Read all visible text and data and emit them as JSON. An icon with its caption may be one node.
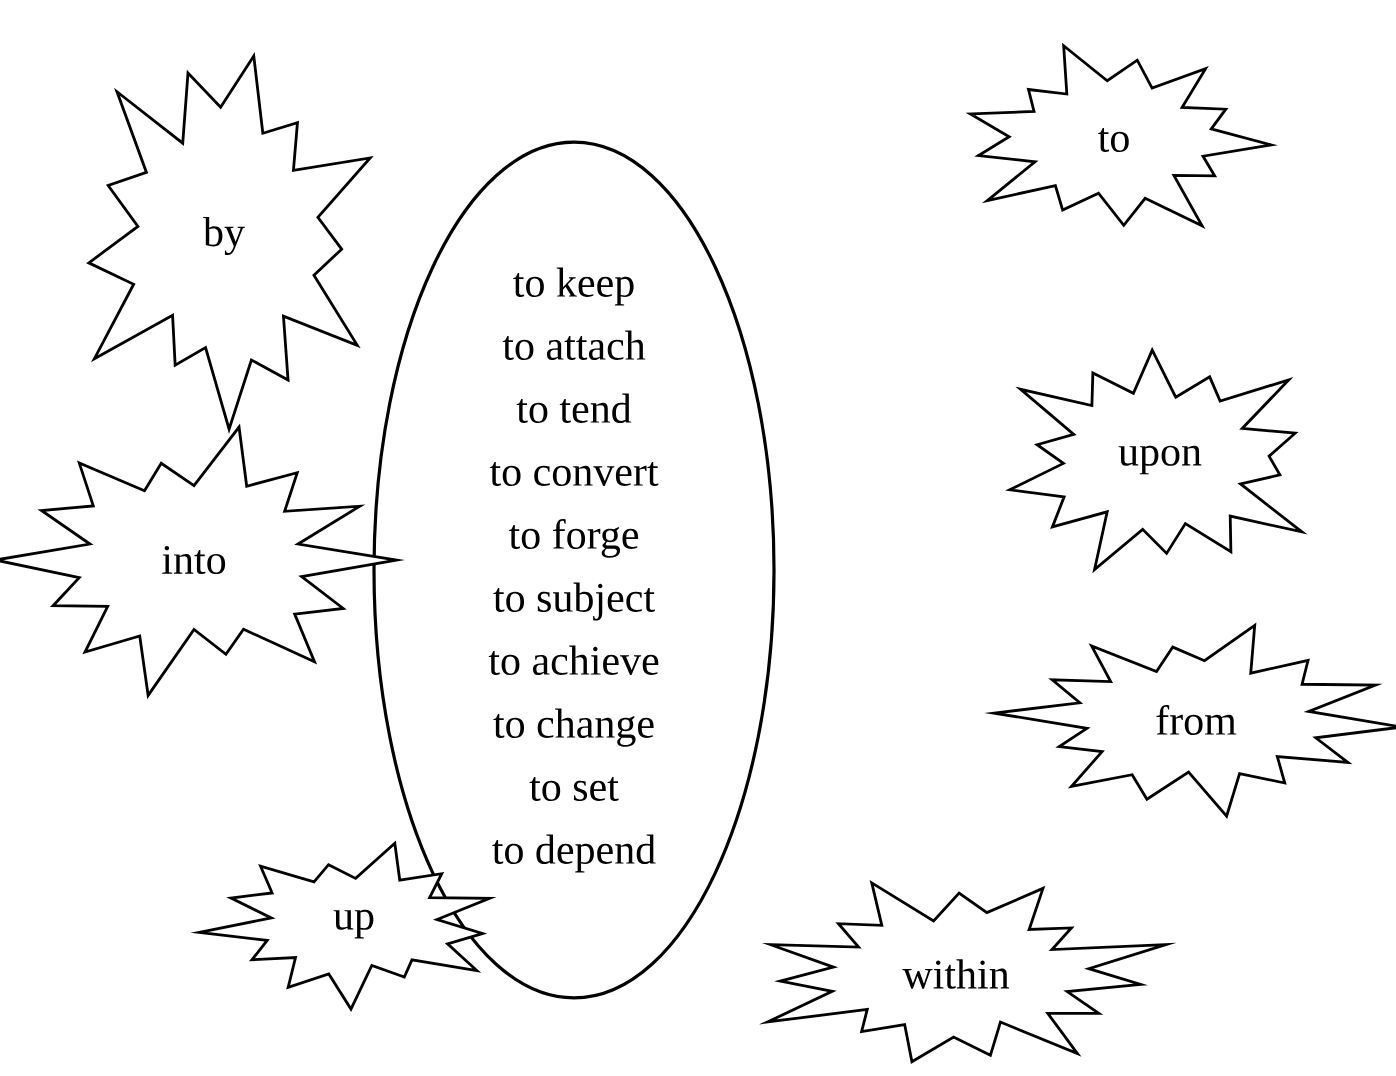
{
  "diagram": {
    "nodes": [
      {
        "text": [
          "to keep",
          "to attach",
          "to tend",
          "to convert",
          "to forge",
          "to subject",
          "to achieve",
          "to change",
          "to set",
          "to depend"
        ]
      },
      {
        "text": [
          "by"
        ]
      },
      {
        "text": [
          "into"
        ]
      },
      {
        "text": [
          "up"
        ]
      },
      {
        "text": [
          "to"
        ]
      },
      {
        "text": [
          "upon"
        ]
      },
      {
        "text": [
          "from"
        ]
      },
      {
        "text": [
          "within"
        ]
      }
    ]
  }
}
